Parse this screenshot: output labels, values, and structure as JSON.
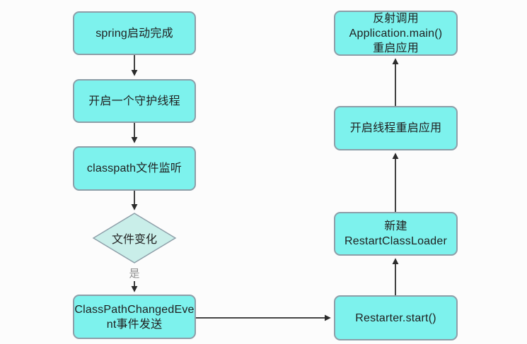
{
  "diagram": {
    "colors": {
      "background": "#FCFCFC",
      "node_fill": "#7DF2ED",
      "node_border": "#8D9EA8",
      "diamond_fill": "#C9EEE9",
      "text": "#1F1F1F",
      "muted_label": "#8F8F8F",
      "arrow": "#2B2B2B"
    },
    "nodes": {
      "spring_started": {
        "label": "spring启动完成"
      },
      "daemon_thread": {
        "label": "开启一个守护线程"
      },
      "classpath_watch": {
        "label": "classpath文件监听"
      },
      "file_changed_decision": {
        "label": "文件变化"
      },
      "decision_yes_label": {
        "label": "是"
      },
      "event_publish": {
        "line1": "ClassPathChangedEve",
        "line2": "nt事件发送"
      },
      "restarter_start": {
        "label": "Restarter.start()"
      },
      "new_restart_classloader": {
        "line1": "新建",
        "line2": "RestartClassLoader"
      },
      "restart_thread": {
        "label": "开启线程重启应用"
      },
      "reflect_main": {
        "line1": "反射调用",
        "line2": "Application.main()",
        "line3": "重启应用"
      }
    }
  }
}
